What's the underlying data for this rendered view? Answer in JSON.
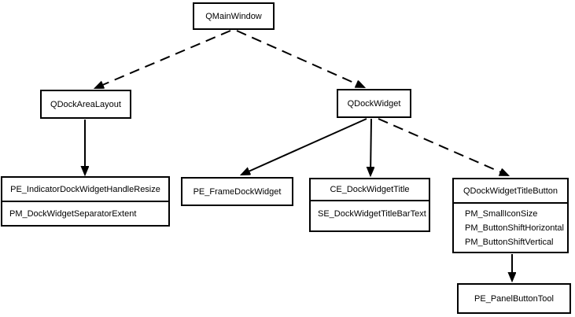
{
  "diagram": {
    "background_color": "#ffffff",
    "line_color": "#000000",
    "text_color": "#000000"
  },
  "nodes": {
    "qmainwindow": {
      "label": "QMainWindow"
    },
    "qdockarealayout": {
      "label": "QDockAreaLayout"
    },
    "qdockwidget": {
      "label": "QDockWidget"
    },
    "handle_resize": {
      "title": "PE_IndicatorDockWidgetHandleResize",
      "items": [
        "PM_DockWidgetSeparatorExtent"
      ]
    },
    "frame_dock": {
      "label": "PE_FrameDockWidget"
    },
    "dock_title": {
      "title": "CE_DockWidgetTitle",
      "items": [
        "SE_DockWidgetTitleBarText"
      ]
    },
    "title_button": {
      "title": "QDockWidgetTitleButton",
      "items": [
        "PM_SmallIconSize",
        "PM_ButtonShiftHorizontal",
        "PM_ButtonShiftVertical"
      ]
    },
    "panel_button": {
      "label": "PE_PanelButtonTool"
    }
  },
  "edges": [
    {
      "from": "QMainWindow",
      "to": "QDockAreaLayout",
      "style": "dashed"
    },
    {
      "from": "QMainWindow",
      "to": "QDockWidget",
      "style": "dashed"
    },
    {
      "from": "QDockAreaLayout",
      "to": "PE_IndicatorDockWidgetHandleResize",
      "style": "solid"
    },
    {
      "from": "QDockWidget",
      "to": "PE_FrameDockWidget",
      "style": "solid"
    },
    {
      "from": "QDockWidget",
      "to": "CE_DockWidgetTitle",
      "style": "solid"
    },
    {
      "from": "QDockWidget",
      "to": "QDockWidgetTitleButton",
      "style": "dashed"
    },
    {
      "from": "QDockWidgetTitleButton",
      "to": "PE_PanelButtonTool",
      "style": "solid"
    }
  ]
}
